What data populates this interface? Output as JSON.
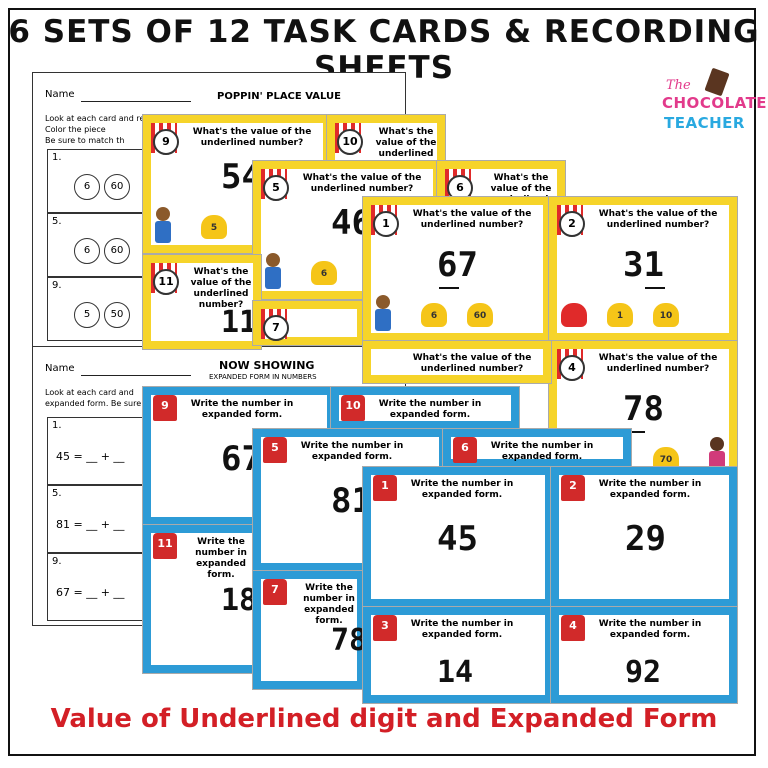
{
  "header": {
    "title": "6 SETS OF 12 TASK CARDS & RECORDING SHEETS"
  },
  "footer": {
    "subtitle": "Value of Underlined digit and Expanded Form"
  },
  "logo": {
    "line1": "The",
    "line2": "CHOCOLATE",
    "line3": "TEACHER"
  },
  "sheet1": {
    "name_label": "Name",
    "title": "POPPIN' PLACE VALUE",
    "instructions": "Look at each card and read\nColor the piece\nBe sure to match th",
    "rows": [
      {
        "n": "1.",
        "a": "6",
        "b": "60"
      },
      {
        "n": "5.",
        "a": "6",
        "b": "60"
      },
      {
        "n": "9.",
        "a": "5",
        "b": "50"
      }
    ]
  },
  "sheet2": {
    "name_label": "Name",
    "title": "NOW SHOWING",
    "subtitle": "EXPANDED FORM IN NUMBERS",
    "instructions": "Look at each card and\nexpanded form. Be sure",
    "rows": [
      {
        "n": "1.",
        "eq": "45 = __ + __"
      },
      {
        "n": "5.",
        "eq": "81 = __ + __"
      },
      {
        "n": "9.",
        "eq": "67 = __ + __"
      }
    ]
  },
  "cards": {
    "question_value": "What's the value of the underlined number?",
    "question_expanded": "Write the number in expanded form.",
    "yellow": [
      {
        "id": "9",
        "number": "54",
        "k1": "5"
      },
      {
        "id": "10",
        "number": ""
      },
      {
        "id": "5",
        "number": "46",
        "k1": "6"
      },
      {
        "id": "6",
        "number": ""
      },
      {
        "id": "11",
        "number": "11"
      },
      {
        "id": "7",
        "number": ""
      },
      {
        "id": "1",
        "number": "67",
        "k1": "6",
        "k2": "60"
      },
      {
        "id": "2",
        "number": "31",
        "k1": "1",
        "k2": "10"
      },
      {
        "id": "4",
        "number": "78",
        "k1": "70"
      }
    ],
    "blue": [
      {
        "id": "9",
        "number": "67"
      },
      {
        "id": "10",
        "number": ""
      },
      {
        "id": "5",
        "number": "81"
      },
      {
        "id": "6",
        "number": ""
      },
      {
        "id": "11",
        "number": "18"
      },
      {
        "id": "7",
        "number": "78"
      },
      {
        "id": "1",
        "number": "45"
      },
      {
        "id": "2",
        "number": "29"
      },
      {
        "id": "3",
        "number": "14"
      },
      {
        "id": "4",
        "number": "92"
      }
    ]
  }
}
